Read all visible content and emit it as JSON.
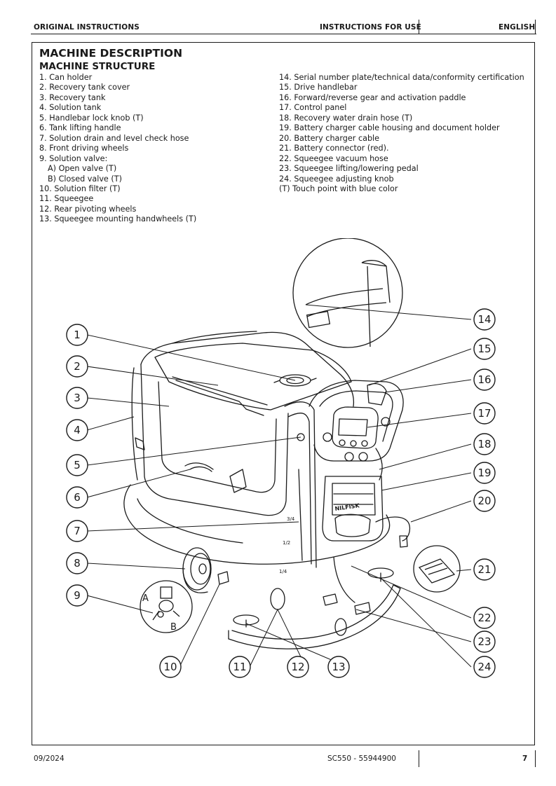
{
  "header": {
    "left": "ORIGINAL INSTRUCTIONS",
    "middle": "INSTRUCTIONS FOR USE",
    "right": "ENGLISH"
  },
  "section": {
    "title": "MACHINE DESCRIPTION",
    "subtitle": "MACHINE STRUCTURE"
  },
  "parts_left": [
    "1. Can holder",
    "2. Recovery tank cover",
    "3. Recovery tank",
    "4. Solution tank",
    "5. Handlebar lock knob (T)",
    "6. Tank lifting handle",
    "7. Solution drain and level check hose",
    "8. Front driving wheels",
    "9. Solution valve:",
    "A) Open valve (T)",
    "B) Closed valve (T)",
    "10. Solution filter (T)",
    "11. Squeegee",
    "12. Rear pivoting wheels",
    "13. Squeegee mounting handwheels (T)"
  ],
  "parts_right": [
    "14. Serial number plate/technical data/conformity certification",
    "15. Drive handlebar",
    "16. Forward/reverse gear and activation paddle",
    "17. Control panel",
    "18. Recovery water drain hose (T)",
    "19. Battery charger cable housing and document holder",
    "20. Battery charger cable",
    "21. Battery connector (red).",
    "22. Squeegee vacuum hose",
    "23. Squeegee lifting/lowering pedal",
    "24. Squeegee adjusting knob",
    "(T) Touch point with blue color"
  ],
  "figure": {
    "callouts": [
      "1",
      "2",
      "3",
      "4",
      "5",
      "6",
      "7",
      "8",
      "9",
      "10",
      "11",
      "12",
      "13",
      "14",
      "15",
      "16",
      "17",
      "18",
      "19",
      "20",
      "21",
      "22",
      "23",
      "24"
    ],
    "valve_labels": [
      "A",
      "B"
    ],
    "level_marks": [
      "3/4",
      "1/2",
      "1/4"
    ],
    "brand": "NILFISK"
  },
  "footer": {
    "date": "09/2024",
    "model": "SC550 - 55944900",
    "page": "7"
  }
}
